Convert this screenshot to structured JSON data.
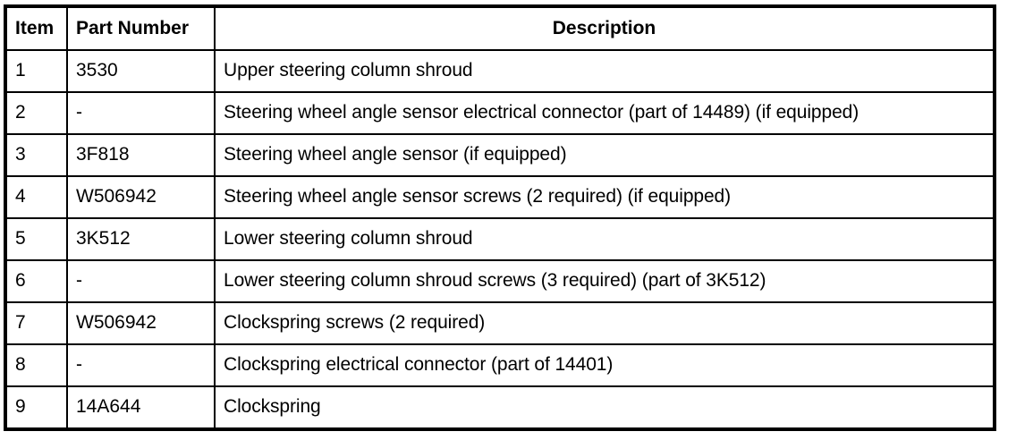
{
  "table": {
    "columns": [
      {
        "key": "item",
        "label": "Item",
        "align": "left"
      },
      {
        "key": "part_number",
        "label": "Part Number",
        "align": "left"
      },
      {
        "key": "description",
        "label": "Description",
        "align": "center"
      }
    ],
    "rows": [
      {
        "item": "1",
        "part_number": "3530",
        "description": "Upper steering column shroud"
      },
      {
        "item": "2",
        "part_number": "-",
        "description": "Steering wheel angle sensor electrical connector (part of 14489) (if equipped)"
      },
      {
        "item": "3",
        "part_number": "3F818",
        "description": "Steering wheel angle sensor (if equipped)"
      },
      {
        "item": "4",
        "part_number": "W506942",
        "description": "Steering wheel angle sensor screws (2 required) (if equipped)"
      },
      {
        "item": "5",
        "part_number": "3K512",
        "description": "Lower steering column shroud"
      },
      {
        "item": "6",
        "part_number": "-",
        "description": "Lower steering column shroud screws (3 required) (part of 3K512)"
      },
      {
        "item": "7",
        "part_number": "W506942",
        "description": "Clockspring screws (2 required)"
      },
      {
        "item": "8",
        "part_number": "-",
        "description": "Clockspring electrical connector (part of 14401)"
      },
      {
        "item": "9",
        "part_number": "14A644",
        "description": "Clockspring"
      }
    ]
  },
  "colors": {
    "border": "#000000",
    "text": "#000000",
    "background": "#ffffff"
  }
}
